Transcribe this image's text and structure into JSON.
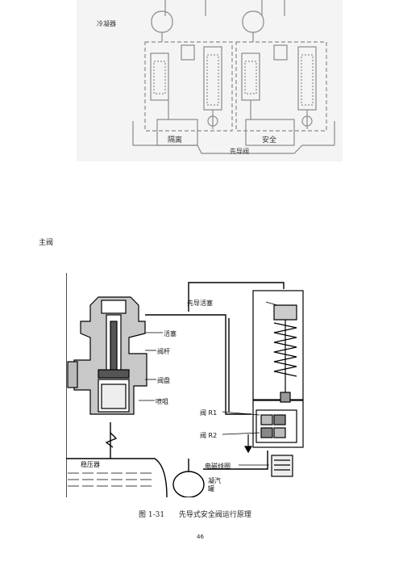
{
  "figure_top": {
    "labels": {
      "left_top": "冷凝器",
      "left_box": "隔离",
      "right_box": "安全",
      "bottom": "先导阀"
    }
  },
  "section_label": "主阀",
  "figure_main": {
    "labels": {
      "pilot_piston": "先导活塞",
      "piston": "活塞",
      "stem": "阀杆",
      "disc": "阀盘",
      "nozzle": "喷咀",
      "valve_r1": "阀 R1",
      "valve_r2": "阀 R2",
      "solenoid": "电磁线圈",
      "pressurizer": "稳压器",
      "condensate_tank_1": "凝汽",
      "condensate_tank_2": "罐"
    }
  },
  "caption": {
    "number": "图 1-31",
    "text": "先导式安全阀运行原理"
  },
  "page_number": "46"
}
